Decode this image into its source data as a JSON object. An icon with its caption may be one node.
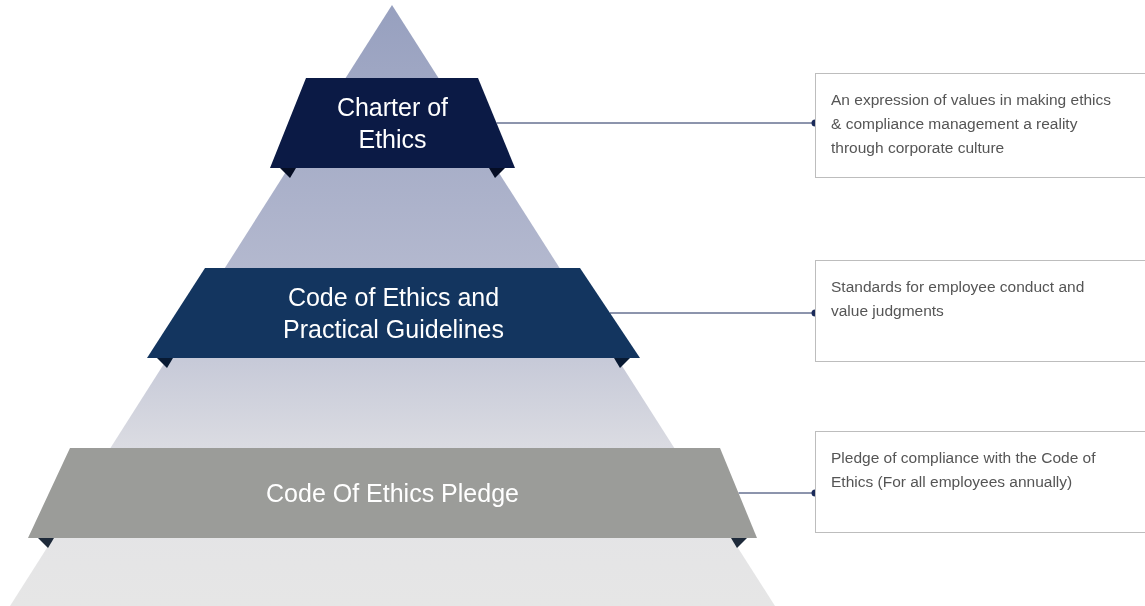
{
  "diagram": {
    "nodes": [
      {
        "text": [
          "Charter of Ethics"
        ]
      },
      {
        "text": [
          "Code of Ethics and Practical Guidelines"
        ]
      },
      {
        "text": [
          "Code Of Ethics Pledge"
        ]
      },
      {
        "text": [
          "An expression of values in making ethics & compliance management a reality through corporate culture"
        ]
      },
      {
        "text": [
          "Standards for employee conduct and value judgments"
        ]
      },
      {
        "text": [
          "Pledge of compliance with the Code of Ethics (For all employees annually)"
        ]
      }
    ],
    "edges": [
      {
        "from": 0,
        "to": 3,
        "arrow": "other"
      },
      {
        "from": 1,
        "to": 4,
        "arrow": "other"
      },
      {
        "from": 2,
        "to": 5,
        "arrow": "other"
      }
    ]
  }
}
